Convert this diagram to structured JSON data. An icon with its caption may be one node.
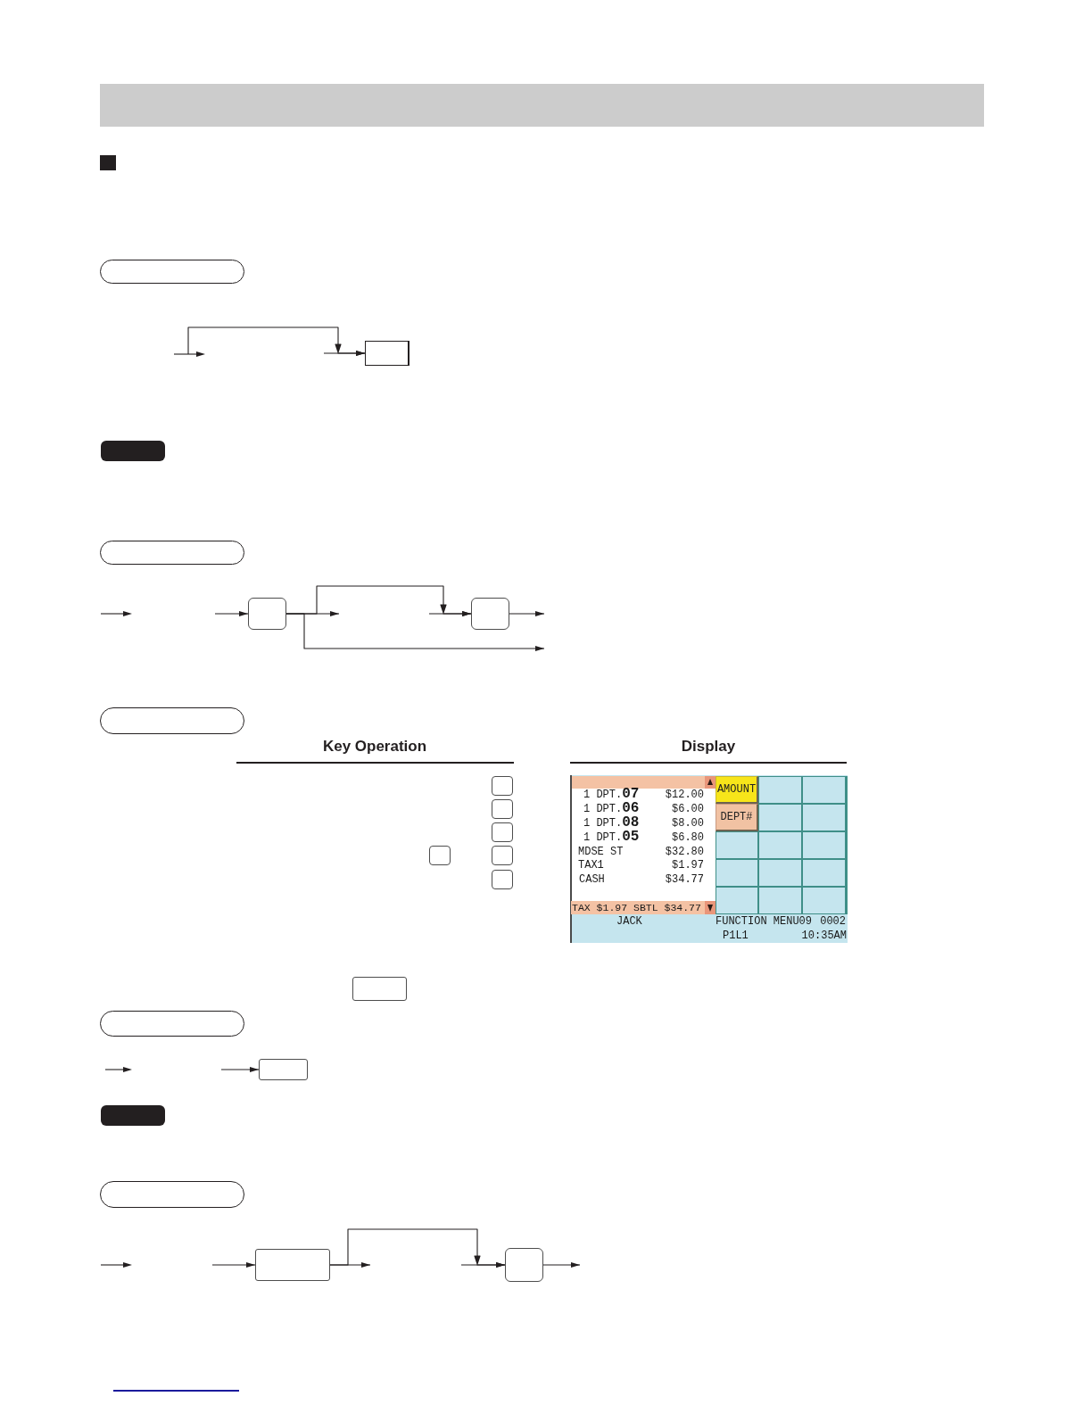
{
  "diagram": {
    "nodes": [
      {
        "text": [],
        "shape": "bar"
      },
      {
        "text": [],
        "shape": "box"
      },
      {
        "text": [],
        "shape": "box"
      },
      {
        "text": [],
        "shape": "box"
      },
      {
        "text": [],
        "shape": "box"
      },
      {
        "text": [],
        "shape": "box"
      },
      {
        "text": [],
        "shape": "box"
      },
      {
        "text": [],
        "shape": "box"
      },
      {
        "text": [],
        "shape": "box"
      },
      {
        "text": [],
        "shape": "box"
      },
      {
        "text": [],
        "shape": "box"
      },
      {
        "text": [],
        "shape": "box"
      },
      {
        "text": [],
        "shape": "box"
      },
      {
        "text": [
          "1 DPT.**07**",
          "$12.00",
          "1 DPT.**06**",
          "$6.00",
          "1 DPT.**08**",
          "$8.00",
          "1 DPT.**05**",
          "$6.80",
          "MDSE ST",
          "$32.80",
          "TAX1",
          "$1.97",
          "CASH",
          "$34.77",
          "JACK",
          "FUNCTION MENU09",
          "0002",
          "P1L1",
          "10:35AM"
        ]
      },
      {
        "text": [
          "AMOUNT"
        ],
        "in": 13
      },
      {
        "text": [
          "DEPT#"
        ],
        "in": 13
      },
      {
        "text": [
          "TAX $1.97 SBTL $34.77"
        ],
        "in": 13
      },
      {
        "text": [],
        "shape": "box"
      },
      {
        "text": [],
        "shape": "box"
      },
      {
        "text": [],
        "shape": "box"
      },
      {
        "text": [],
        "shape": "box"
      },
      {
        "text": [],
        "shape": "box"
      },
      {
        "text": [],
        "shape": "box"
      }
    ],
    "edges": [
      {
        "from": null,
        "to": 2,
        "arrow": "to"
      },
      {
        "from": null,
        "to": 2,
        "arrow": "to"
      },
      {
        "from": null,
        "to": 4,
        "arrow": "to"
      },
      {
        "from": 4,
        "to": null,
        "arrow": "to"
      },
      {
        "from": 4,
        "to": 5,
        "arrow": "to"
      },
      {
        "from": 4,
        "to": null,
        "arrow": "to"
      },
      {
        "from": null,
        "to": 5,
        "arrow": "to"
      },
      {
        "from": 5,
        "to": null,
        "arrow": "to"
      },
      {
        "from": null,
        "to": 19,
        "arrow": "to"
      },
      {
        "from": null,
        "to": 21,
        "arrow": "to"
      },
      {
        "from": 21,
        "to": null,
        "arrow": "to"
      },
      {
        "from": 21,
        "to": 22,
        "arrow": "to"
      },
      {
        "from": null,
        "to": 22,
        "arrow": "to"
      },
      {
        "from": 22,
        "to": null,
        "arrow": "to"
      }
    ],
    "labels": [
      "Key Operation",
      "Display"
    ]
  }
}
